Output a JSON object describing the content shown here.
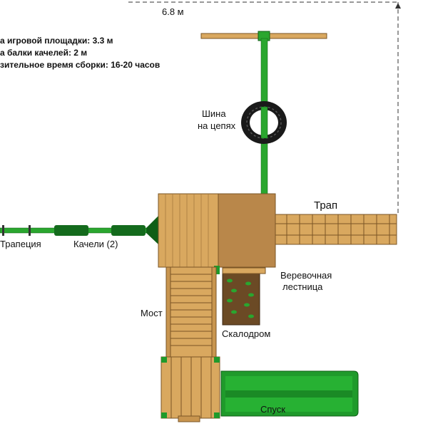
{
  "dimension": "6.8 м",
  "specs": [
    "а игровой площадки:  3.3 м",
    "а балки качелей: 2 м",
    "зительное время сборки: 16-20 часов"
  ],
  "labels": {
    "tire_swing_line1": "Шина",
    "tire_swing_line2": "на цепях",
    "ramp": "Трап",
    "trapeze": "Трапеция",
    "swings": "Качели (2)",
    "rope_ladder_line1": "Веревочная",
    "rope_ladder_line2": "лестница",
    "bridge": "Мост",
    "climbing_wall": "Скалодром",
    "slide": "Спуск"
  },
  "colors": {
    "wood": "#d9a85f",
    "wood_dark": "#b9874a",
    "beam_green": "#2aa62f",
    "slide_green": "#1f9a2b"
  }
}
